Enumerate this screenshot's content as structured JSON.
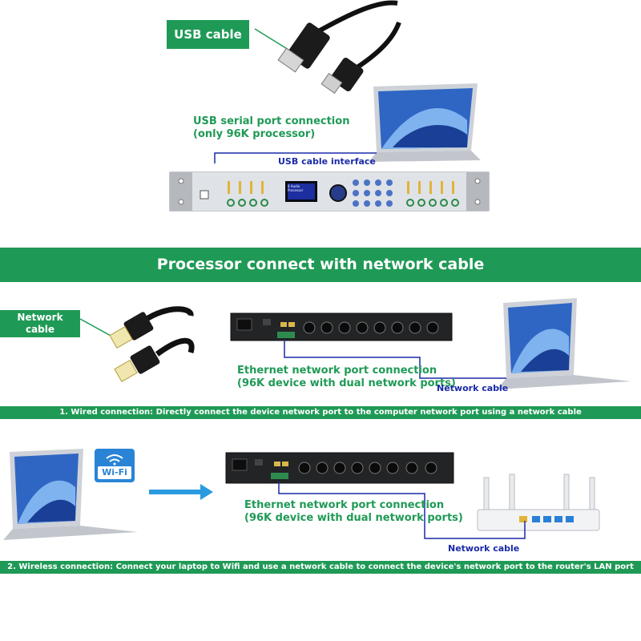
{
  "colors": {
    "brand_green": "#1f9a56",
    "link_blue": "#1a2aa8",
    "device_silver": "#c9ccd1",
    "device_black": "#222426"
  },
  "usb_section": {
    "cable_tag": "USB cable",
    "serial_label": "USB serial port connection\n(only 96K processor)",
    "interface_label": "USB cable interface",
    "device_screen_text": "8 Audio Processor"
  },
  "banner": {
    "title": "Processor connect with network cable"
  },
  "wired_section": {
    "cable_tag": "Network\ncable",
    "ethernet_label": "Ethernet network port connection\n(96K device with dual network ports)",
    "network_cable_label": "Network cable",
    "caption": "1. Wired connection: Directly connect the device network port to the computer network port using a network cable"
  },
  "wireless_section": {
    "wifi_label": "Wi-Fi",
    "ethernet_label": "Ethernet network port connection\n(96K device with dual network ports)",
    "network_cable_label": "Network cable",
    "caption": "2. Wireless connection: Connect your laptop to Wifi and use a network cable to connect the device's network port to the router's LAN port"
  }
}
